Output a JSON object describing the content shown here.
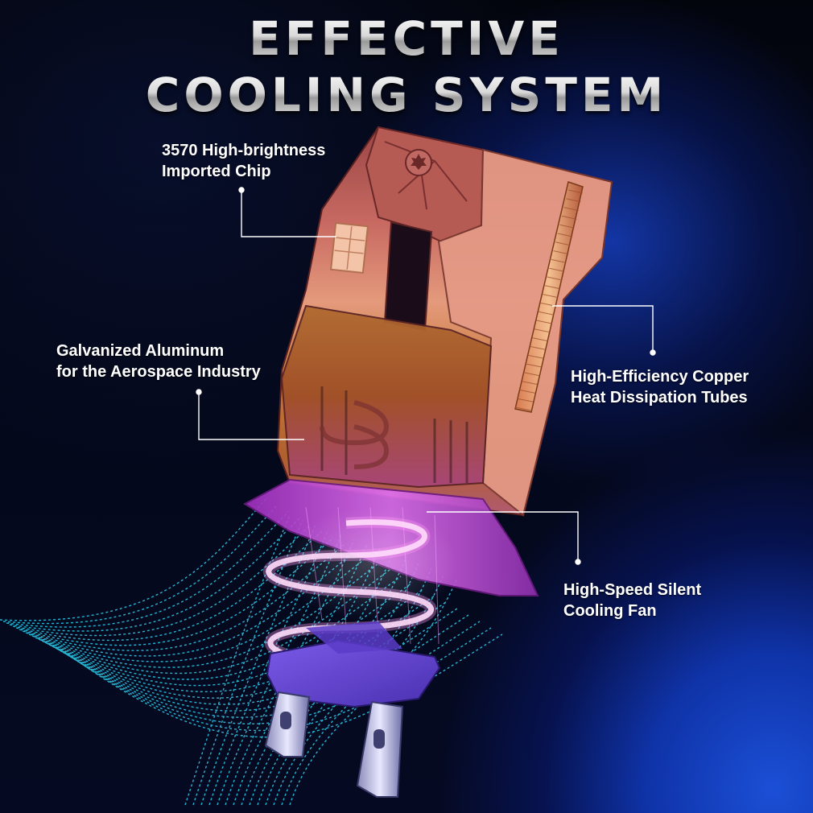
{
  "title": {
    "line1": "EFFECTIVE",
    "line2": "COOLING SYSTEM"
  },
  "callouts": {
    "chip": {
      "line1": "3570 High-brightness",
      "line2": "Imported Chip"
    },
    "aluminum": {
      "line1": "Galvanized Aluminum",
      "line2": "for the Aerospace Industry"
    },
    "copper": {
      "line1": "High-Efficiency Copper",
      "line2": "Heat Dissipation Tubes"
    },
    "fan": {
      "line1": "High-Speed Silent",
      "line2": "Cooling Fan"
    }
  },
  "colors": {
    "airflow": "#2fd0f0",
    "body_top": "#a8504a",
    "body_mid": "#e0907a",
    "body_bottom": "#c06030",
    "fan": "#c040e0",
    "base": "#6a4ed8"
  },
  "icons": [
    "led-chip-icon",
    "torx-screw-icon"
  ]
}
